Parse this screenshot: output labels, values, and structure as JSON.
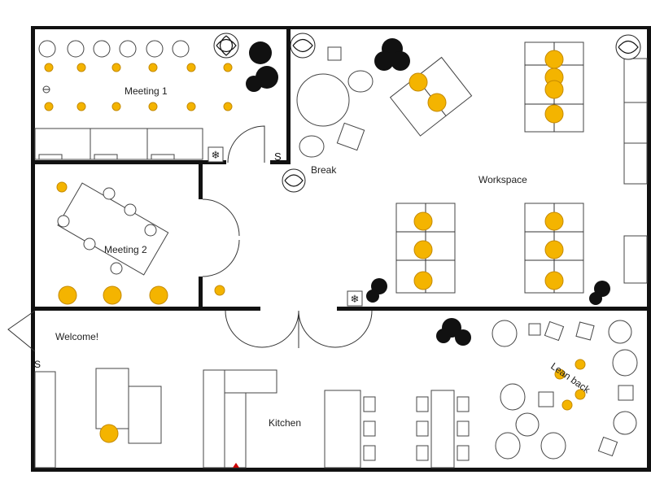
{
  "rooms": {
    "meeting1": "Meeting 1",
    "meeting2": "Meeting 2",
    "break": "Break",
    "workspace": "Workspace",
    "welcome": "Welcome!",
    "kitchen": "Kitchen",
    "lean_back": "Lean back"
  },
  "colors": {
    "wall": "#111111",
    "light": "#f4b400",
    "furniture_stroke": "#444444"
  },
  "icons": [
    "snowflake-icon",
    "plant-icon",
    "light-fixture-icon",
    "outlet-icon",
    "switch-icon",
    "fire-extinguisher-icon"
  ]
}
